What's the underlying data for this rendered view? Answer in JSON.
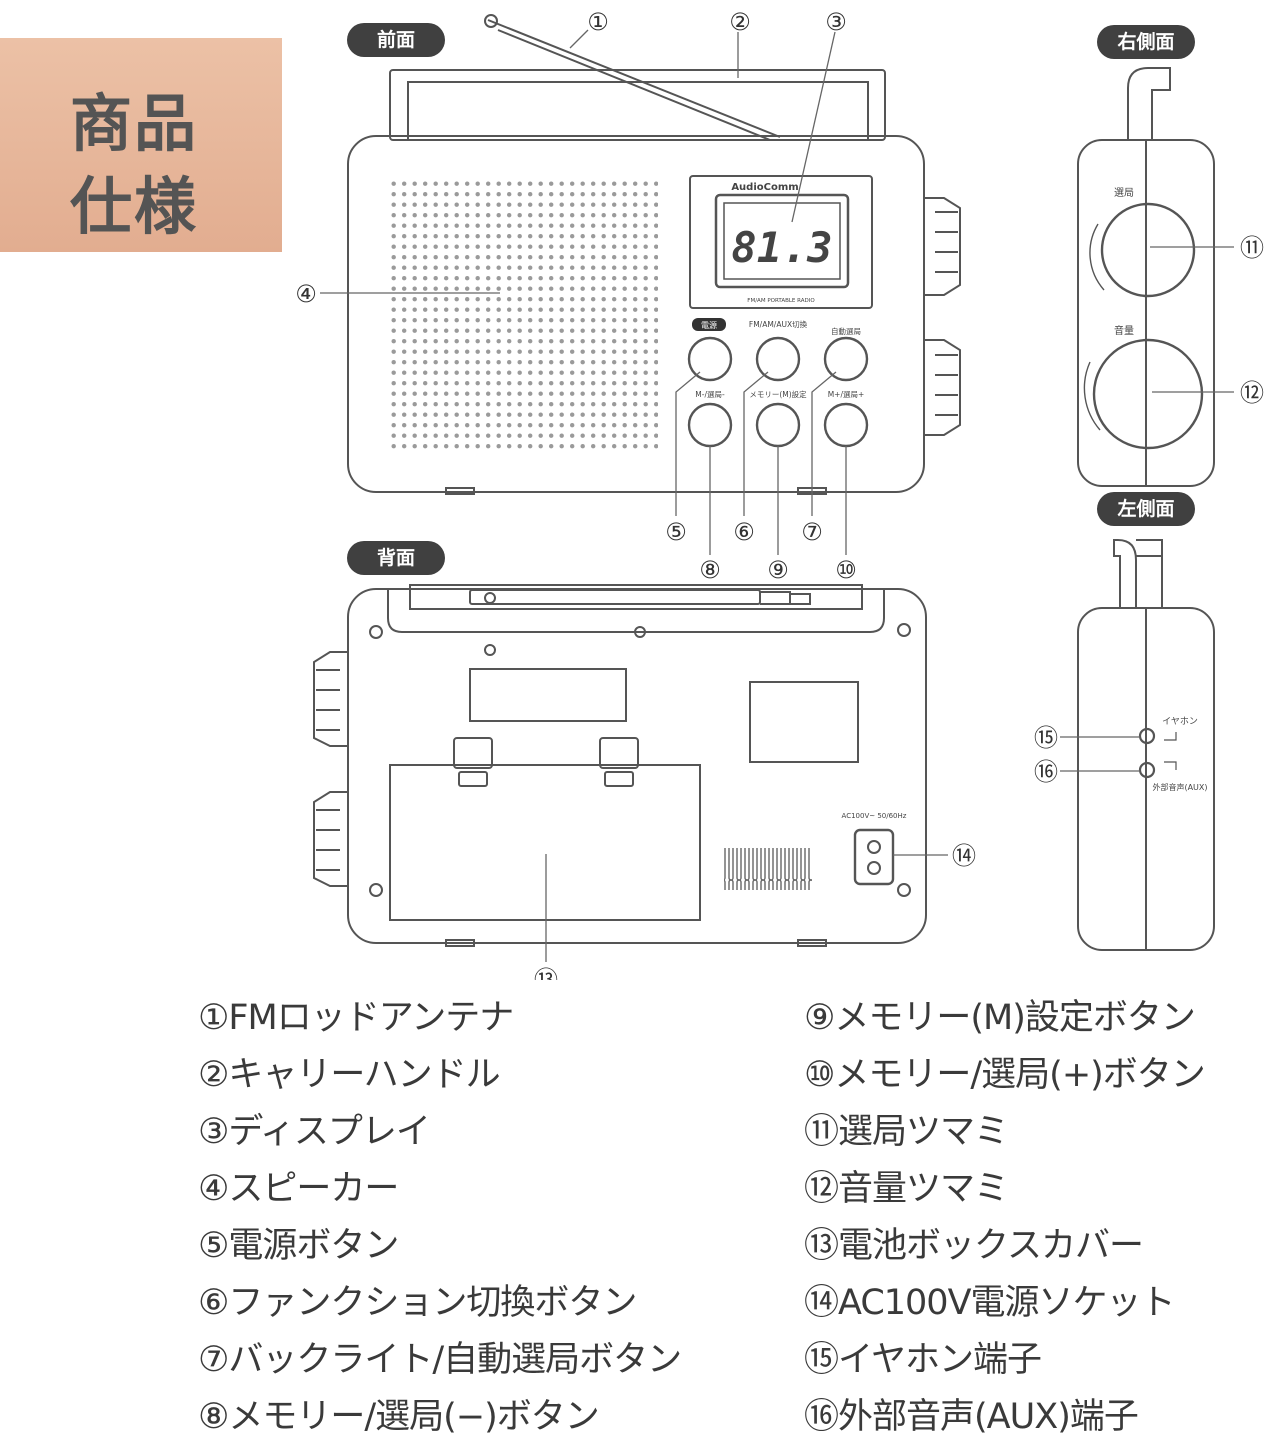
{
  "page_title": {
    "line1": "商品",
    "line2": "仕様"
  },
  "view_labels": {
    "front": "前面",
    "back": "背面",
    "right": "右側面",
    "left": "左側面"
  },
  "display": {
    "brand": "AudioComm",
    "frequency": "81.3",
    "footer": "FM/AM PORTABLE RADIO"
  },
  "button_labels": {
    "power": "電源",
    "function": "FM/AM/AUX切換",
    "backlight": "自動選局",
    "memory_down": "M-/選局-",
    "memory_set": "メモリー(M)設定",
    "memory_up": "M+/選局+"
  },
  "knob_labels": {
    "tuning": "選局",
    "volume": "音量"
  },
  "jack_labels": {
    "earphone": "イヤホン",
    "aux": "外部音声(AUX)"
  },
  "socket_label": "AC100V~ 50/60Hz",
  "callouts": [
    "①",
    "②",
    "③",
    "④",
    "⑤",
    "⑥",
    "⑦",
    "⑧",
    "⑨",
    "⑩",
    "⑪",
    "⑫",
    "⑬",
    "⑭",
    "⑮",
    "⑯"
  ],
  "legend": {
    "left": [
      "①FMロッドアンテナ",
      "②キャリーハンドル",
      "③ディスプレイ",
      "④スピーカー",
      "⑤電源ボタン",
      "⑥ファンクション切換ボタン",
      "⑦バックライト/自動選局ボタン",
      "⑧メモリー/選局(−)ボタン"
    ],
    "right": [
      "⑨メモリー(M)設定ボタン",
      "⑩メモリー/選局(+)ボタン",
      "⑪選局ツマミ",
      "⑫音量ツマミ",
      "⑬電池ボックスカバー",
      "⑭AC100V電源ソケット",
      "⑮イヤホン端子",
      "⑯外部音声(AUX)端子"
    ]
  }
}
